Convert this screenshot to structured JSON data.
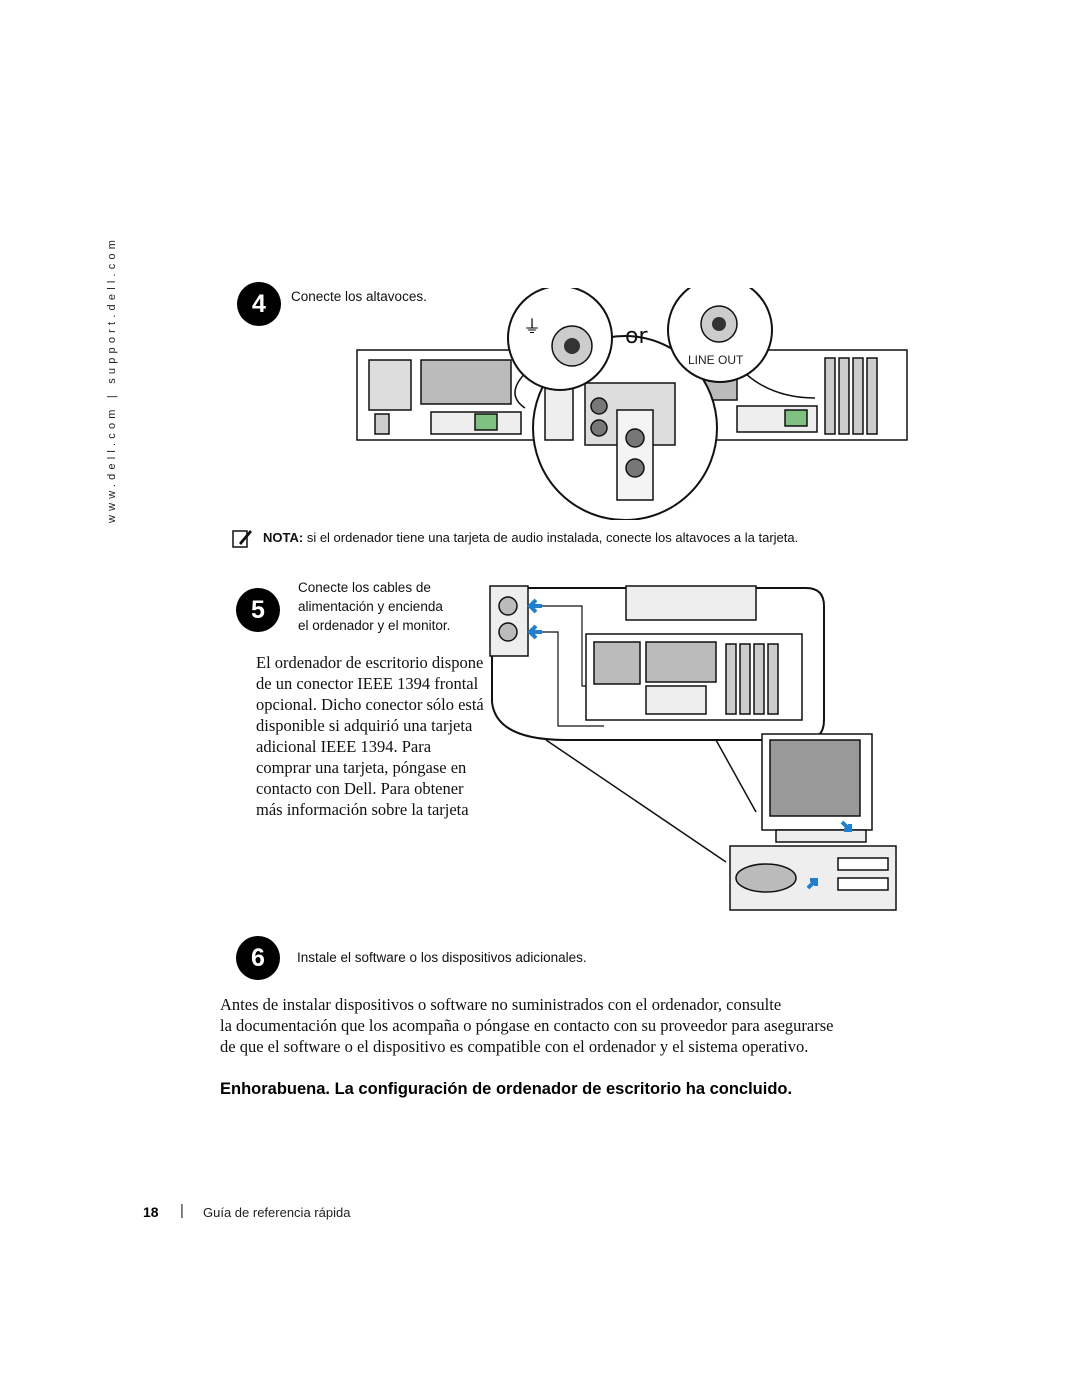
{
  "sidebar": {
    "url": "www.dell.com | support.dell.com"
  },
  "step4": {
    "number": "4",
    "label": "Conecte los altavoces."
  },
  "illustration4": {
    "or_label": "or",
    "lineout_label": "LINE OUT"
  },
  "note": {
    "icon": "pencil-note-icon",
    "prefix": "NOTA:",
    "text": " si el ordenador tiene una tarjeta de audio instalada, conecte los altavoces a la tarjeta."
  },
  "step5": {
    "number": "5",
    "label_lines": [
      "Conecte los cables de",
      "alimentación y encienda",
      "el ordenador y el monitor."
    ],
    "paragraph_lines": [
      "El ordenador de escritorio dispone",
      "de un conector IEEE 1394 frontal",
      "opcional. Dicho conector sólo está",
      "disponible si adquirió una tarjeta",
      "adicional IEEE 1394. Para",
      "comprar una tarjeta, póngase en",
      "contacto con Dell. Para obtener",
      "más información sobre la tarjeta"
    ]
  },
  "step6": {
    "number": "6",
    "label": "Instale el software o los dispositivos adicionales.",
    "paragraph_lines": [
      "Antes de instalar dispositivos o software no suministrados con el ordenador, consulte",
      "la documentación que los acompaña o póngase en contacto con su proveedor para asegurarse",
      "de que el software o el dispositivo es compatible con el ordenador y el sistema operativo."
    ]
  },
  "congrats": "Enhorabuena. La configuración de ordenador de escritorio ha concluido.",
  "footer": {
    "page_number": "18",
    "separator": "|",
    "title": "Guía de referencia rápida"
  },
  "colors": {
    "arrow_blue": "#1f7fd0",
    "ink": "#111111"
  }
}
